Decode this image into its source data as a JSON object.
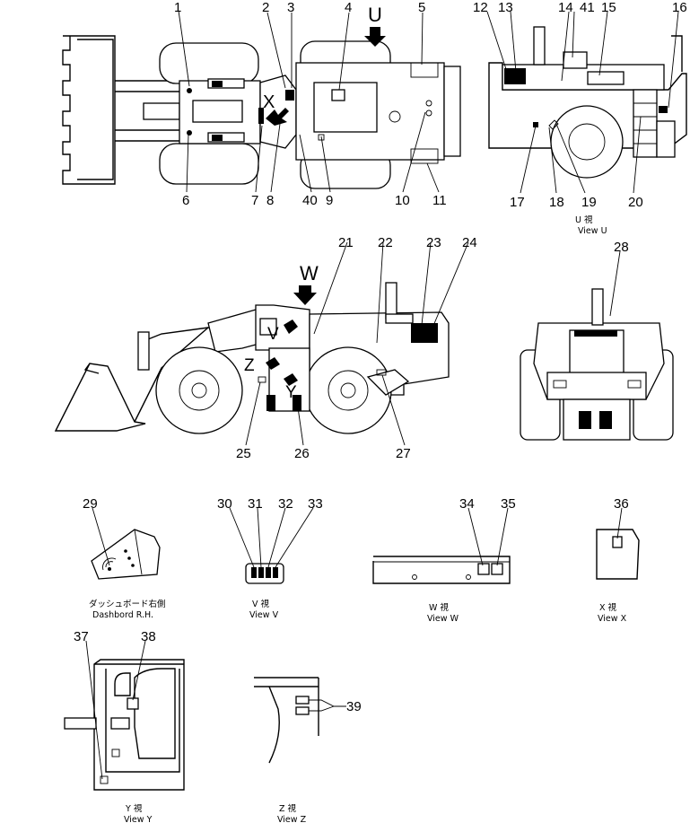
{
  "title": "",
  "callouts": {
    "c1": "1",
    "c2": "2",
    "c3": "3",
    "c4": "4",
    "c5": "5",
    "c6": "6",
    "c7": "7",
    "c8": "8",
    "c9": "9",
    "c10": "10",
    "c11": "11",
    "c12": "12",
    "c13": "13",
    "c14": "14",
    "c15": "15",
    "c16": "16",
    "c17": "17",
    "c18": "18",
    "c19": "19",
    "c20": "20",
    "c21": "21",
    "c22": "22",
    "c23": "23",
    "c24": "24",
    "c25": "25",
    "c26": "26",
    "c27": "27",
    "c28": "28",
    "c29": "29",
    "c30": "30",
    "c31": "31",
    "c32": "32",
    "c33": "33",
    "c34": "34",
    "c35": "35",
    "c36": "36",
    "c37": "37",
    "c38": "38",
    "c39": "39",
    "c40": "40",
    "c41": "41"
  },
  "view_markers": {
    "u": "U",
    "w": "W",
    "x": "X",
    "v": "V",
    "z": "Z",
    "y": "Y"
  },
  "captions": {
    "view_u_jp": "U  視",
    "view_u": "View U",
    "dashboard_jp": "ダッシュボード右側",
    "dashboard": "Dashbord R.H.",
    "view_v_jp": "V  視",
    "view_v": "View V",
    "view_w_jp": "W  視",
    "view_w": "View W",
    "view_x_jp": "X  視",
    "view_x": "View X",
    "view_y_jp": "Y  視",
    "view_y": "View Y",
    "view_z_jp": "Z  視",
    "view_z": "View Z"
  }
}
